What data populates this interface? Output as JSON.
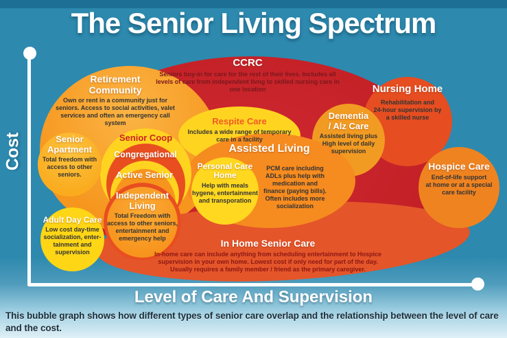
{
  "header": {
    "title": "The Senior Living Spectrum"
  },
  "axes": {
    "y_label": "Cost",
    "x_label": "Level of Care And Supervision"
  },
  "caption": "This bubble graph shows how different types of senior care overlap and the relationship between the level of care and the cost.",
  "palette": {
    "background_blue": "#2d89ae",
    "top_bar_blue": "#1e6f95",
    "bottom_fade_blue": "#dff0f7",
    "ccrc_red": "#c22026",
    "orange_red": "#e64d20",
    "in_home_orange_red": "#e4552a",
    "orange": "#f6921e",
    "gold": "#faab1e",
    "yellow": "#ffd420",
    "title_white": "#ffffff",
    "body_dark": "#333333",
    "dark_red_text": "#7a181c",
    "respite_title_orange": "#f15a24",
    "coop_title_red": "#cb2127"
  },
  "bubbles": {
    "ccrc": {
      "title": "CCRC",
      "body": "Seniors buy-in for care for the rest of their lives. Includes all\nlevels of care from independent livng  to skilled nursing care in\none location"
    },
    "retirement_community": {
      "title": "Retirement\nCommunity",
      "body": "Own or rent in a community just for\nseniors. Access to social activities, valet\nservices and often an emergency call\nsystem"
    },
    "senior_apartment": {
      "title": "Senior\nApartment",
      "body": "Total freedom with\naccess to other\nseniors."
    },
    "senior_coop": {
      "title": "Senior Coop"
    },
    "congregational": {
      "title": "Congregational"
    },
    "active_senior": {
      "title": "Active Senior"
    },
    "independent_living": {
      "title": "Independent\nLiving",
      "body": "Total Freedom with\naccess to other seniors,\nentertainment and\nemergency help"
    },
    "adult_day_care": {
      "title": "Adult Day Care",
      "body": "Low cost day-time\nsocialization,  enter-\ntainment and\nsupervision"
    },
    "respite_care": {
      "title": "Respite Care",
      "body": "Includes a wide range of temporary\ncare in a facility"
    },
    "assisted_living": {
      "title": "Assisted Living",
      "body": "PCM care including\nADLs plus help with\nmedication and\nfinance (paying bills).\nOften includes more\nsocialization"
    },
    "personal_care_home": {
      "title": "Personal Care\nHome",
      "body": "Help with meals\nhygene, entertainment\nand transporation"
    },
    "dementia_alz_care": {
      "title": "Dementia\n/ Alz Care",
      "body": "Assisted living plus\nHigh level of daily\nsupervision"
    },
    "nursing_home": {
      "title": "Nursing Home",
      "body": "Rehabilitation and\n24-hour supervision by\na skilled nurse"
    },
    "hospice_care": {
      "title": "Hospice Care",
      "body": "End-of-life support\nat home or at a special\ncare facility"
    },
    "in_home_senior_care": {
      "title": "In Home Senior Care",
      "body": "In-home care can include anything from scheduling entertainment to Hospice\nsupervision in your own home. Lowest cost if only need for part of the day.\nUsually requires a family member / friend as  the primary caregiver."
    }
  }
}
